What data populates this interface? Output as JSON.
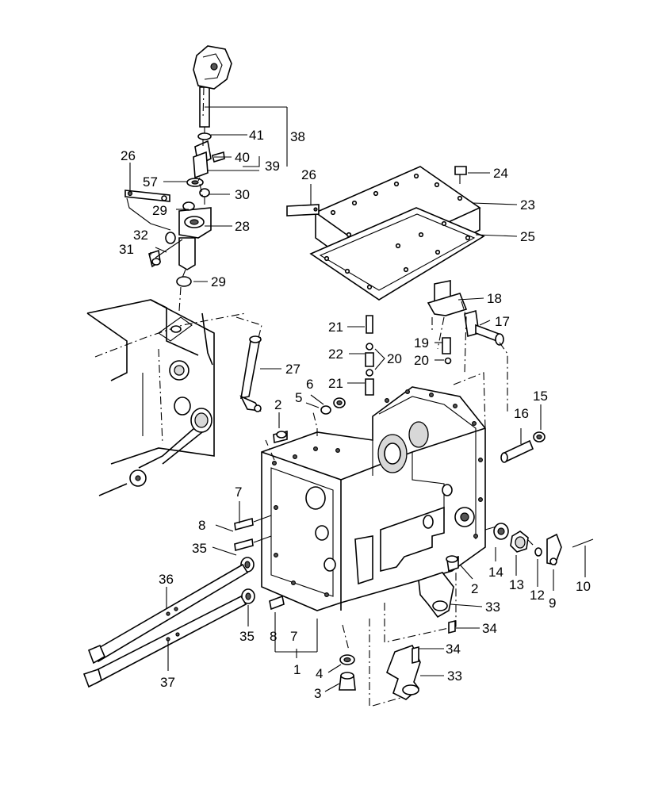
{
  "diagram": {
    "callouts": [
      {
        "id": "c1",
        "text": "1"
      },
      {
        "id": "c2a",
        "text": "2"
      },
      {
        "id": "c2b",
        "text": "2"
      },
      {
        "id": "c3",
        "text": "3"
      },
      {
        "id": "c4",
        "text": "4"
      },
      {
        "id": "c5",
        "text": "5"
      },
      {
        "id": "c6",
        "text": "6"
      },
      {
        "id": "c7a",
        "text": "7"
      },
      {
        "id": "c7b",
        "text": "7"
      },
      {
        "id": "c8a",
        "text": "8"
      },
      {
        "id": "c8b",
        "text": "8"
      },
      {
        "id": "c9",
        "text": "9"
      },
      {
        "id": "c10",
        "text": "10"
      },
      {
        "id": "c12",
        "text": "12"
      },
      {
        "id": "c13",
        "text": "13"
      },
      {
        "id": "c14",
        "text": "14"
      },
      {
        "id": "c15",
        "text": "15"
      },
      {
        "id": "c16",
        "text": "16"
      },
      {
        "id": "c17",
        "text": "17"
      },
      {
        "id": "c18",
        "text": "18"
      },
      {
        "id": "c19",
        "text": "19"
      },
      {
        "id": "c20a",
        "text": "20"
      },
      {
        "id": "c20b",
        "text": "20"
      },
      {
        "id": "c21a",
        "text": "21"
      },
      {
        "id": "c21b",
        "text": "21"
      },
      {
        "id": "c22",
        "text": "22"
      },
      {
        "id": "c23",
        "text": "23"
      },
      {
        "id": "c24",
        "text": "24"
      },
      {
        "id": "c25",
        "text": "25"
      },
      {
        "id": "c26a",
        "text": "26"
      },
      {
        "id": "c26b",
        "text": "26"
      },
      {
        "id": "c27",
        "text": "27"
      },
      {
        "id": "c28",
        "text": "28"
      },
      {
        "id": "c29a",
        "text": "29"
      },
      {
        "id": "c29b",
        "text": "29"
      },
      {
        "id": "c30",
        "text": "30"
      },
      {
        "id": "c31",
        "text": "31"
      },
      {
        "id": "c32",
        "text": "32"
      },
      {
        "id": "c33a",
        "text": "33"
      },
      {
        "id": "c33b",
        "text": "33"
      },
      {
        "id": "c34a",
        "text": "34"
      },
      {
        "id": "c34b",
        "text": "34"
      },
      {
        "id": "c35a",
        "text": "35"
      },
      {
        "id": "c35b",
        "text": "35"
      },
      {
        "id": "c36",
        "text": "36"
      },
      {
        "id": "c37",
        "text": "37"
      },
      {
        "id": "c38",
        "text": "38"
      },
      {
        "id": "c39",
        "text": "39"
      },
      {
        "id": "c40",
        "text": "40"
      },
      {
        "id": "c41",
        "text": "41"
      },
      {
        "id": "c57",
        "text": "57"
      }
    ]
  }
}
